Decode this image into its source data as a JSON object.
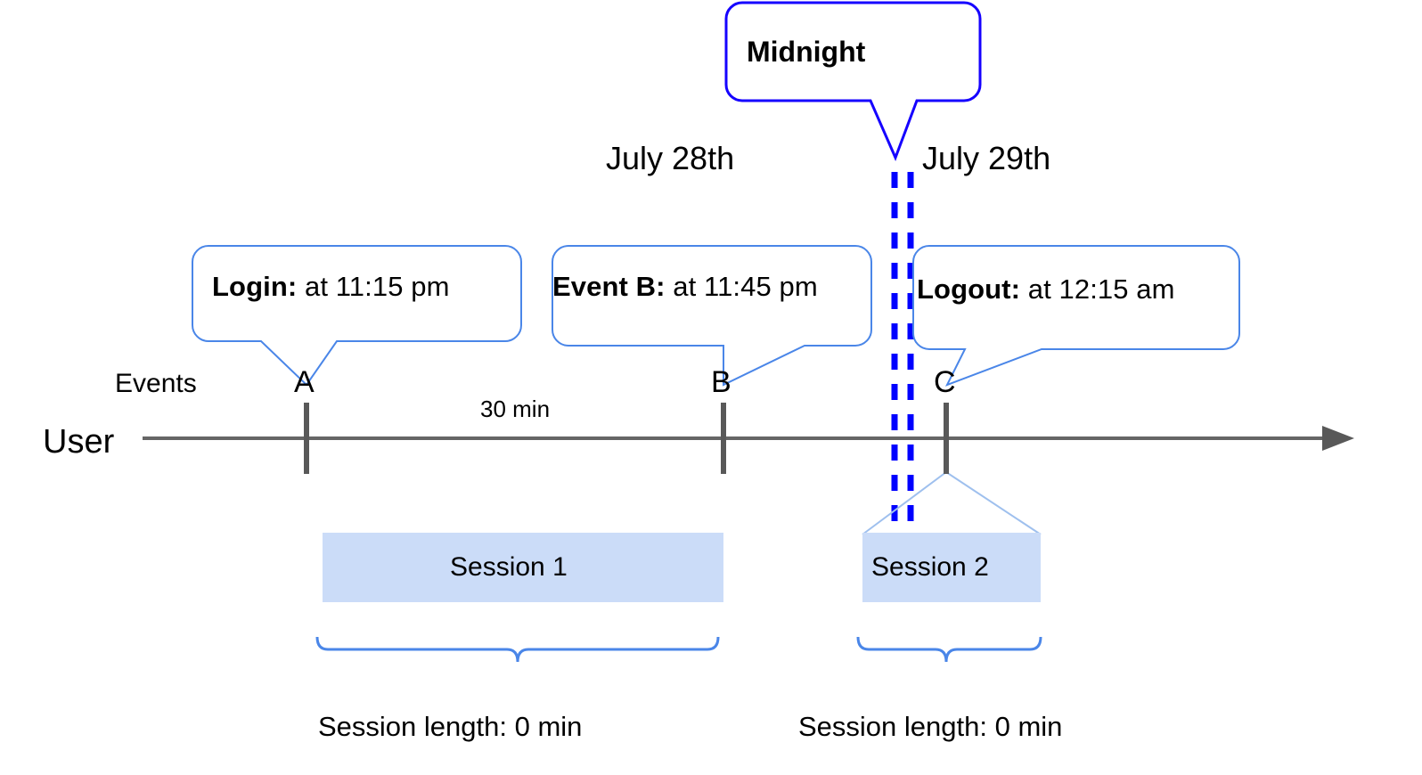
{
  "diagram": {
    "title_labels": {
      "user_axis": "User",
      "events_row": "Events"
    },
    "dates": [
      {
        "id": "date-july-28",
        "text": "July 28th"
      },
      {
        "id": "date-july-29",
        "text": "July 29th"
      }
    ],
    "midnight_callout": {
      "label": "Midnight",
      "border_color": "#1500ff"
    },
    "event_callouts": [
      {
        "id": "callout-login",
        "bold": "Login:",
        "rest": " at 11:15 pm"
      },
      {
        "id": "callout-event-b",
        "bold": "Event B:",
        "rest": " at 11:45 pm"
      },
      {
        "id": "callout-logout",
        "bold": "Logout:",
        "rest": " at 12:15 am"
      }
    ],
    "event_markers": [
      {
        "id": "event-marker-a",
        "letter": "A"
      },
      {
        "id": "event-marker-b",
        "letter": "B"
      },
      {
        "id": "event-marker-c",
        "letter": "C"
      }
    ],
    "gap_label": "30 min",
    "sessions": [
      {
        "id": "session-1",
        "label": "Session 1",
        "length_label": "Session length: 0 min"
      },
      {
        "id": "session-2",
        "label": "Session 2",
        "length_label": "Session length: 0 min"
      }
    ],
    "colors": {
      "callout_border": "#4a86e8",
      "midnight_border": "#1500ff",
      "midnight_dashed": "#0000ff",
      "session_fill": "#cbdcf8",
      "axis": "#666666",
      "tick": "#595959",
      "brace": "#4a86e8",
      "tent": "#9fc0ee"
    }
  }
}
